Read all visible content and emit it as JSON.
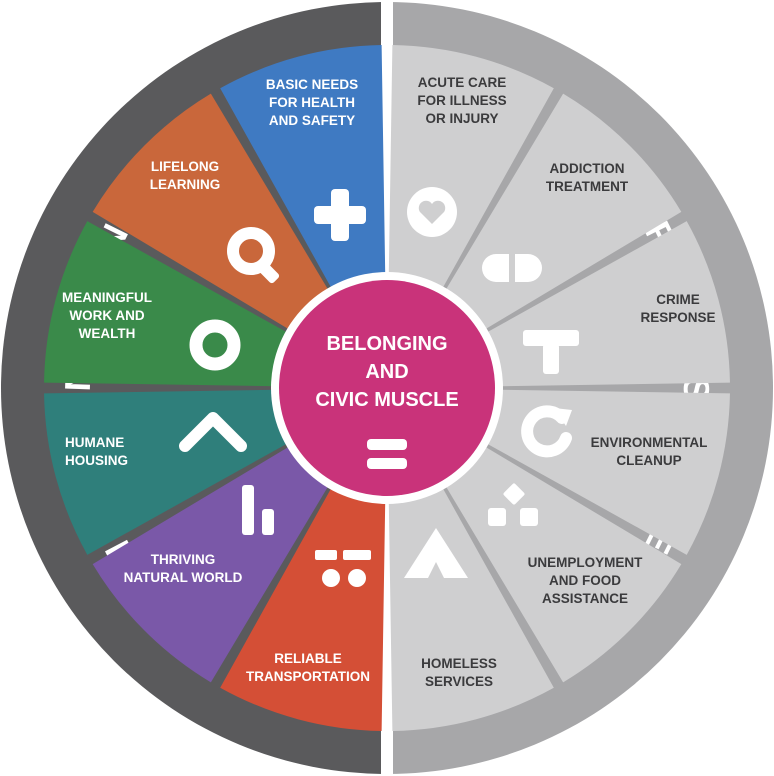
{
  "ring": {
    "left_label": "VITAL CONDITIONS",
    "right_label": "URGENT SERVICES",
    "left_color": "#5a5a5c",
    "right_color": "#a7a7a9"
  },
  "center": {
    "lines": [
      "BELONGING",
      "AND",
      "CIVIC MUSCLE"
    ],
    "color": "#c9337a",
    "icon": "equals-icon"
  },
  "vital_conditions": [
    {
      "lines": [
        "BASIC NEEDS",
        "FOR HEALTH",
        "AND SAFETY"
      ],
      "color": "#3f7ac2",
      "icon": "plus-icon"
    },
    {
      "lines": [
        "LIFELONG",
        "LEARNING"
      ],
      "color": "#c9673b",
      "icon": "magnifier-icon"
    },
    {
      "lines": [
        "MEANINGFUL",
        "WORK AND",
        "WEALTH"
      ],
      "color": "#3a8a4a",
      "icon": "ring-icon"
    },
    {
      "lines": [
        "HUMANE",
        "HOUSING"
      ],
      "color": "#2f7f7b",
      "icon": "roof-icon"
    },
    {
      "lines": [
        "THRIVING",
        "NATURAL WORLD"
      ],
      "color": "#7a58a8",
      "icon": "bars-icon"
    },
    {
      "lines": [
        "RELIABLE",
        "TRANSPORTATION"
      ],
      "color": "#d44f36",
      "icon": "vehicle-icon"
    }
  ],
  "urgent_services": [
    {
      "lines": [
        "ACUTE CARE",
        "FOR ILLNESS",
        "OR INJURY"
      ],
      "color": "#cfcfd0",
      "icon": "heart-icon"
    },
    {
      "lines": [
        "ADDICTION",
        "TREATMENT"
      ],
      "color": "#cfcfd0",
      "icon": "capsule-icon"
    },
    {
      "lines": [
        "CRIME",
        "RESPONSE"
      ],
      "color": "#cfcfd0",
      "icon": "tee-icon"
    },
    {
      "lines": [
        "ENVIRONMENTAL",
        "CLEANUP"
      ],
      "color": "#cfcfd0",
      "icon": "recycle-icon"
    },
    {
      "lines": [
        "UNEMPLOYMENT",
        "AND FOOD",
        "ASSISTANCE"
      ],
      "color": "#cfcfd0",
      "icon": "blocks-icon"
    },
    {
      "lines": [
        "HOMELESS",
        "SERVICES"
      ],
      "color": "#cfcfd0",
      "icon": "tent-icon"
    }
  ],
  "urgent_text_color": "#3b3b3d"
}
